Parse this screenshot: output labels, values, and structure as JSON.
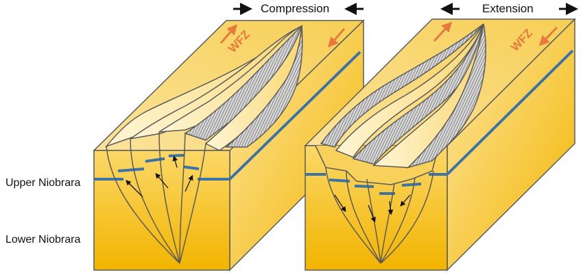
{
  "labels": {
    "compression": "Compression",
    "extension": "Extension",
    "upper_niobrara": "Upper Niobrara",
    "lower_niobrara": "Lower Niobrara",
    "wfz": "WFZ"
  },
  "colors": {
    "front_face": "#f7c224",
    "top_face": "#fcdf7c",
    "side_face": "#f5c22e",
    "horizon": "#3b73a6",
    "outline": "#5a5a5a",
    "wfz_arrow": "#e8783c",
    "hatch": "#6e6e6e",
    "motion_arrow": "#111111"
  },
  "icons": {
    "direction_arrow": "black-horizontal-arrow-icon",
    "slip_arrow": "orange-diagonal-arrow-icon"
  }
}
